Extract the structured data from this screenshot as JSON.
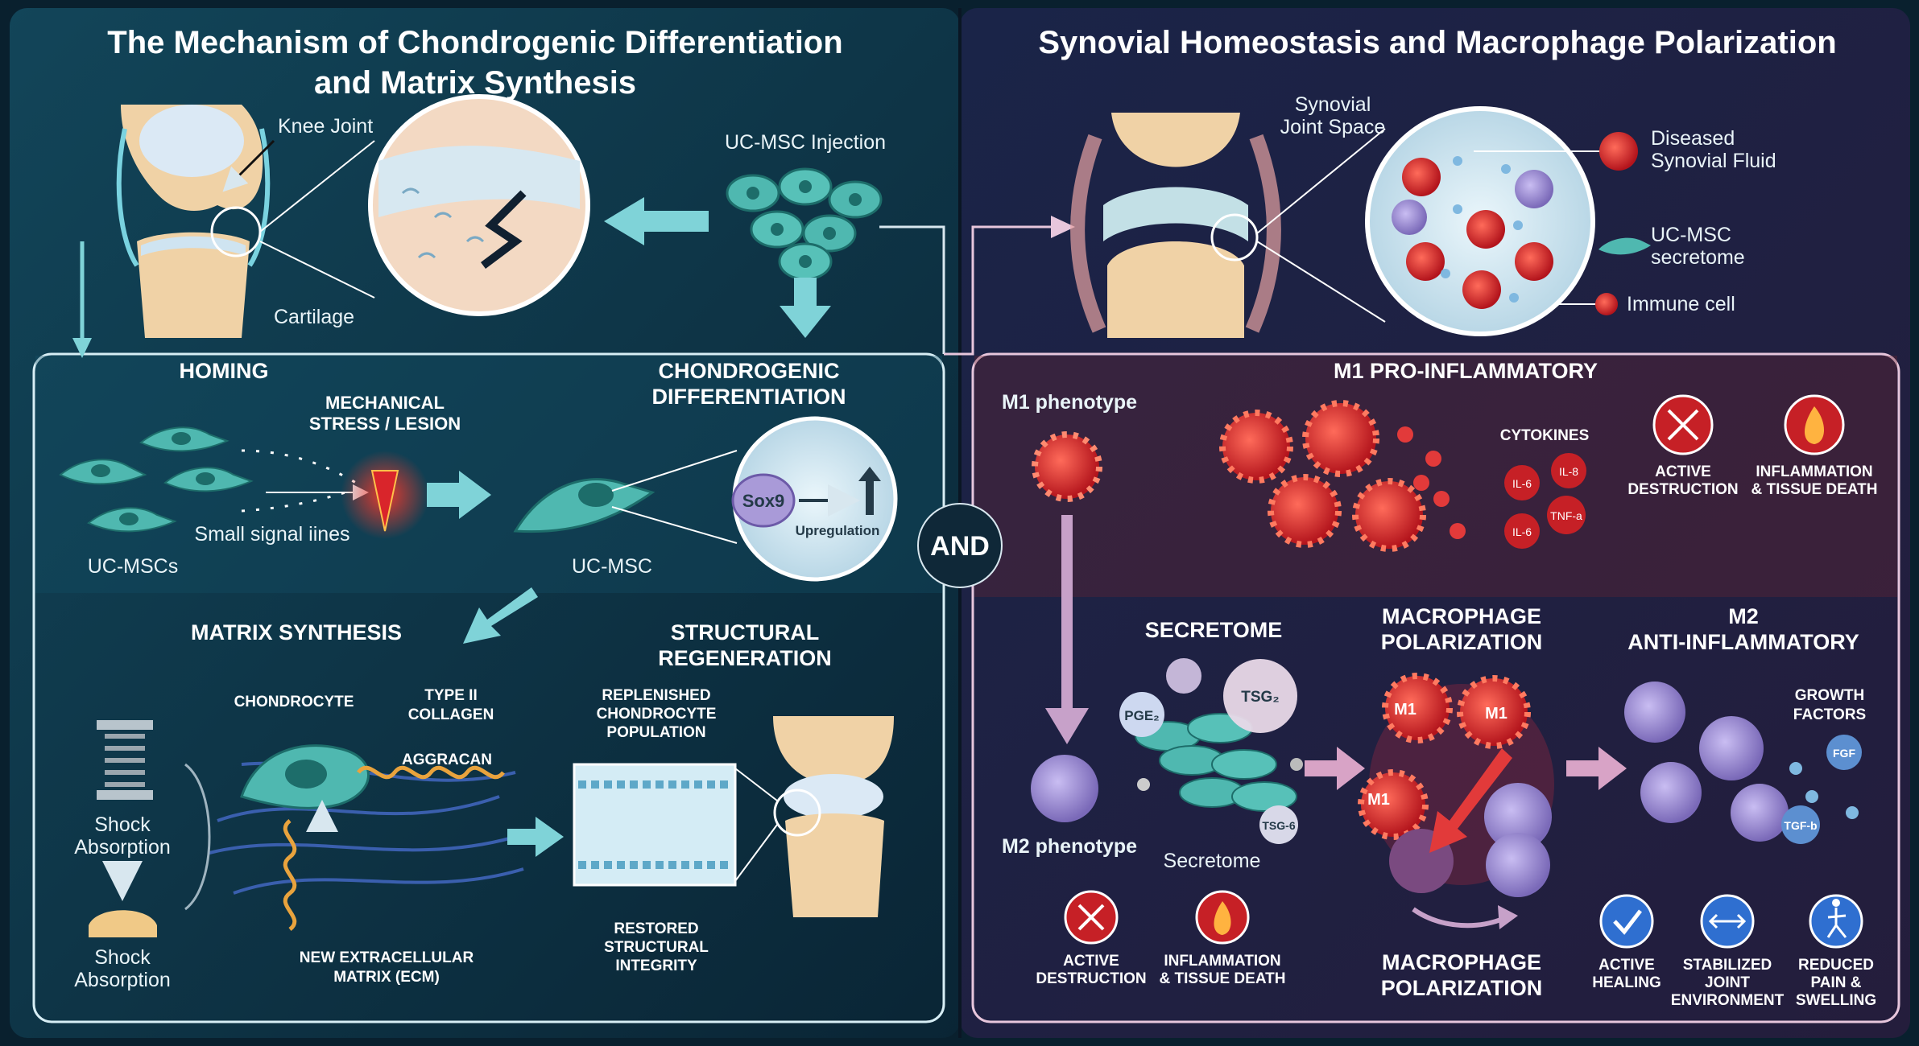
{
  "left": {
    "title_lines": [
      "The Mechanism of Chondrogenic Differentiation",
      "and Matrix Synthesis"
    ],
    "labels": {
      "knee_joint": "Knee Joint",
      "cartilage": "Cartilage",
      "injection": "UC-MSC Injection",
      "homing": "HOMING",
      "stress_lines": [
        "MECHANICAL",
        "STRESS / LESION"
      ],
      "signal_lines": "Small signal iines",
      "uc_mscs": "UC-MSCs",
      "chondro_lines": [
        "CHONDROGENIC",
        "DIFFERENTIATION"
      ],
      "uc_msc": "UC-MSC",
      "sox9": "Sox9",
      "upregulation": "Upregulation",
      "matrix_synthesis": "MATRIX SYNTHESIS",
      "chondrocyte": "CHONDROCYTE",
      "collagen_lines": [
        "TYPE II",
        "COLLAGEN"
      ],
      "aggrecan": "AGGRACAN",
      "ecm_lines": [
        "NEW EXTRACELLULAR",
        "MATRIX (ECM)"
      ],
      "shock_top_lines": [
        "Shock",
        "Absorption"
      ],
      "shock_bottom_lines": [
        "Shock",
        "Absorption"
      ],
      "structural_lines": [
        "STRUCTURAL",
        "REGENERATION"
      ],
      "replenished_lines": [
        "REPLENISHED",
        "CHONDROCYTE",
        "POPULATION"
      ],
      "restored_lines": [
        "RESTORED",
        "STRUCTURAL",
        "INTEGRITY"
      ]
    }
  },
  "center_label": "AND",
  "right": {
    "title": "Synovial Homeostasis and Macrophage Polarization",
    "labels": {
      "synovial_lines": [
        "Synovial",
        "Joint Space"
      ],
      "diseased_lines": [
        "Diseased",
        "Synovial Fluid"
      ],
      "secretome_legend_lines": [
        "UC-MSC",
        "secretome"
      ],
      "immune_cell": "Immune cell",
      "m1_header": "M1 PRO-INFLAMMATORY",
      "m1_phenotype": "M1 phenotype",
      "cytokines": "CYTOKINES",
      "cytokine_tags": [
        "IL-6",
        "IL-8",
        "TNF-a",
        "IL-6"
      ],
      "active_destruction_lines": [
        "ACTIVE",
        "DESTRUCTION"
      ],
      "inflammation_lines": [
        "INFLAMMATION",
        "& TISSUE DEATH"
      ],
      "secretome_header": "SECRETOME",
      "secretome_caption": "Secretome",
      "pge2": "PGE₂",
      "tsg2": "TSG₂",
      "tsg6": "TSG-6",
      "m2_phenotype": "M2 phenotype",
      "polarization_top_lines": [
        "MACROPHAGE",
        "POLARIZATION"
      ],
      "polarization_bottom_lines": [
        "MACROPHAGE",
        "POLARIZATION"
      ],
      "m1_tags": [
        "M1",
        "M1",
        "M1"
      ],
      "m2_header_lines": [
        "M2",
        "ANTI-INFLAMMATORY"
      ],
      "growth_lines": [
        "GROWTH",
        "FACTORS"
      ],
      "fgf": "FGF",
      "tgf": "TGF-b",
      "bottom_active_lines": [
        "ACTIVE",
        "DESTRUCTION"
      ],
      "bottom_inflammation_lines": [
        "INFLAMMATION",
        "& TISSUE DEATH"
      ],
      "healing_lines": [
        "ACTIVE",
        "HEALING"
      ],
      "stabilized_lines": [
        "STABILIZED",
        "JOINT",
        "ENVIRONMENT"
      ],
      "reduced_lines": [
        "REDUCED",
        "PAIN &",
        "SWELLING"
      ]
    }
  },
  "colors": {
    "left_bg": "#0f3a4c",
    "right_bg": "#1c2244",
    "msc": "#4fb8b0",
    "m1_red": "#d9252b",
    "m2_purple": "#9a8ad0",
    "arrow": "#7fd3d8"
  }
}
